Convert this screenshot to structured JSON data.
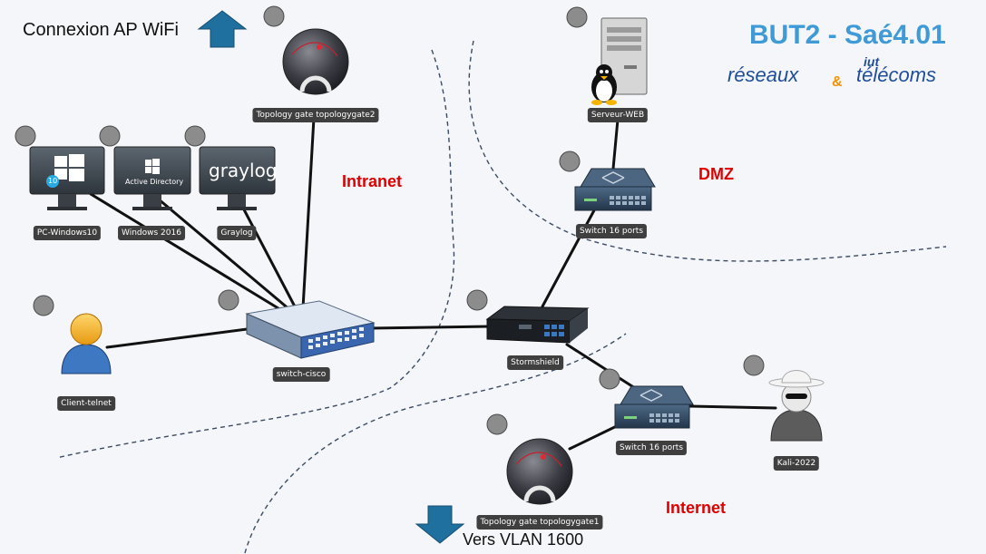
{
  "title": "BUT2 - Saé4.01",
  "logo": {
    "left": "réseaux",
    "amp": "&",
    "iut": "iut",
    "right": "télécoms"
  },
  "captions": {
    "wifi": "Connexion AP WiFi",
    "vlan": "Vers VLAN 1600"
  },
  "zones": {
    "intranet": "Intranet",
    "dmz": "DMZ",
    "internet": "Internet"
  },
  "screens": {
    "windows_badge": "10",
    "active_directory": "Active Directory",
    "graylog_logo": "graylog"
  },
  "nodes": {
    "topogate2": "Topology gate topologygate2",
    "pc_win10": "PC-Windows10",
    "win2016": "Windows 2016",
    "graylog": "Graylog",
    "client_telnet": "Client-telnet",
    "switch_cisco": "switch-cisco",
    "stormshield": "Stormshield",
    "serveur_web": "Serveur-WEB",
    "switch_dmz": "Switch 16 ports",
    "switch_inet": "Switch 16 ports",
    "kali": "Kali-2022",
    "topogate1": "Topology gate topologygate1"
  },
  "colors": {
    "title": "#3f9ad6",
    "logo_blue": "#1f4e9c",
    "logo_orange": "#f39200",
    "zone": "#e00000",
    "arrow": "#1f6f9f",
    "link": "#111111"
  },
  "icons": {
    "arrow_up": "arrow-up-icon",
    "arrow_down": "arrow-down-icon",
    "linux": "tux-penguin-icon",
    "hacker": "hacker-icon",
    "user": "user-icon"
  }
}
